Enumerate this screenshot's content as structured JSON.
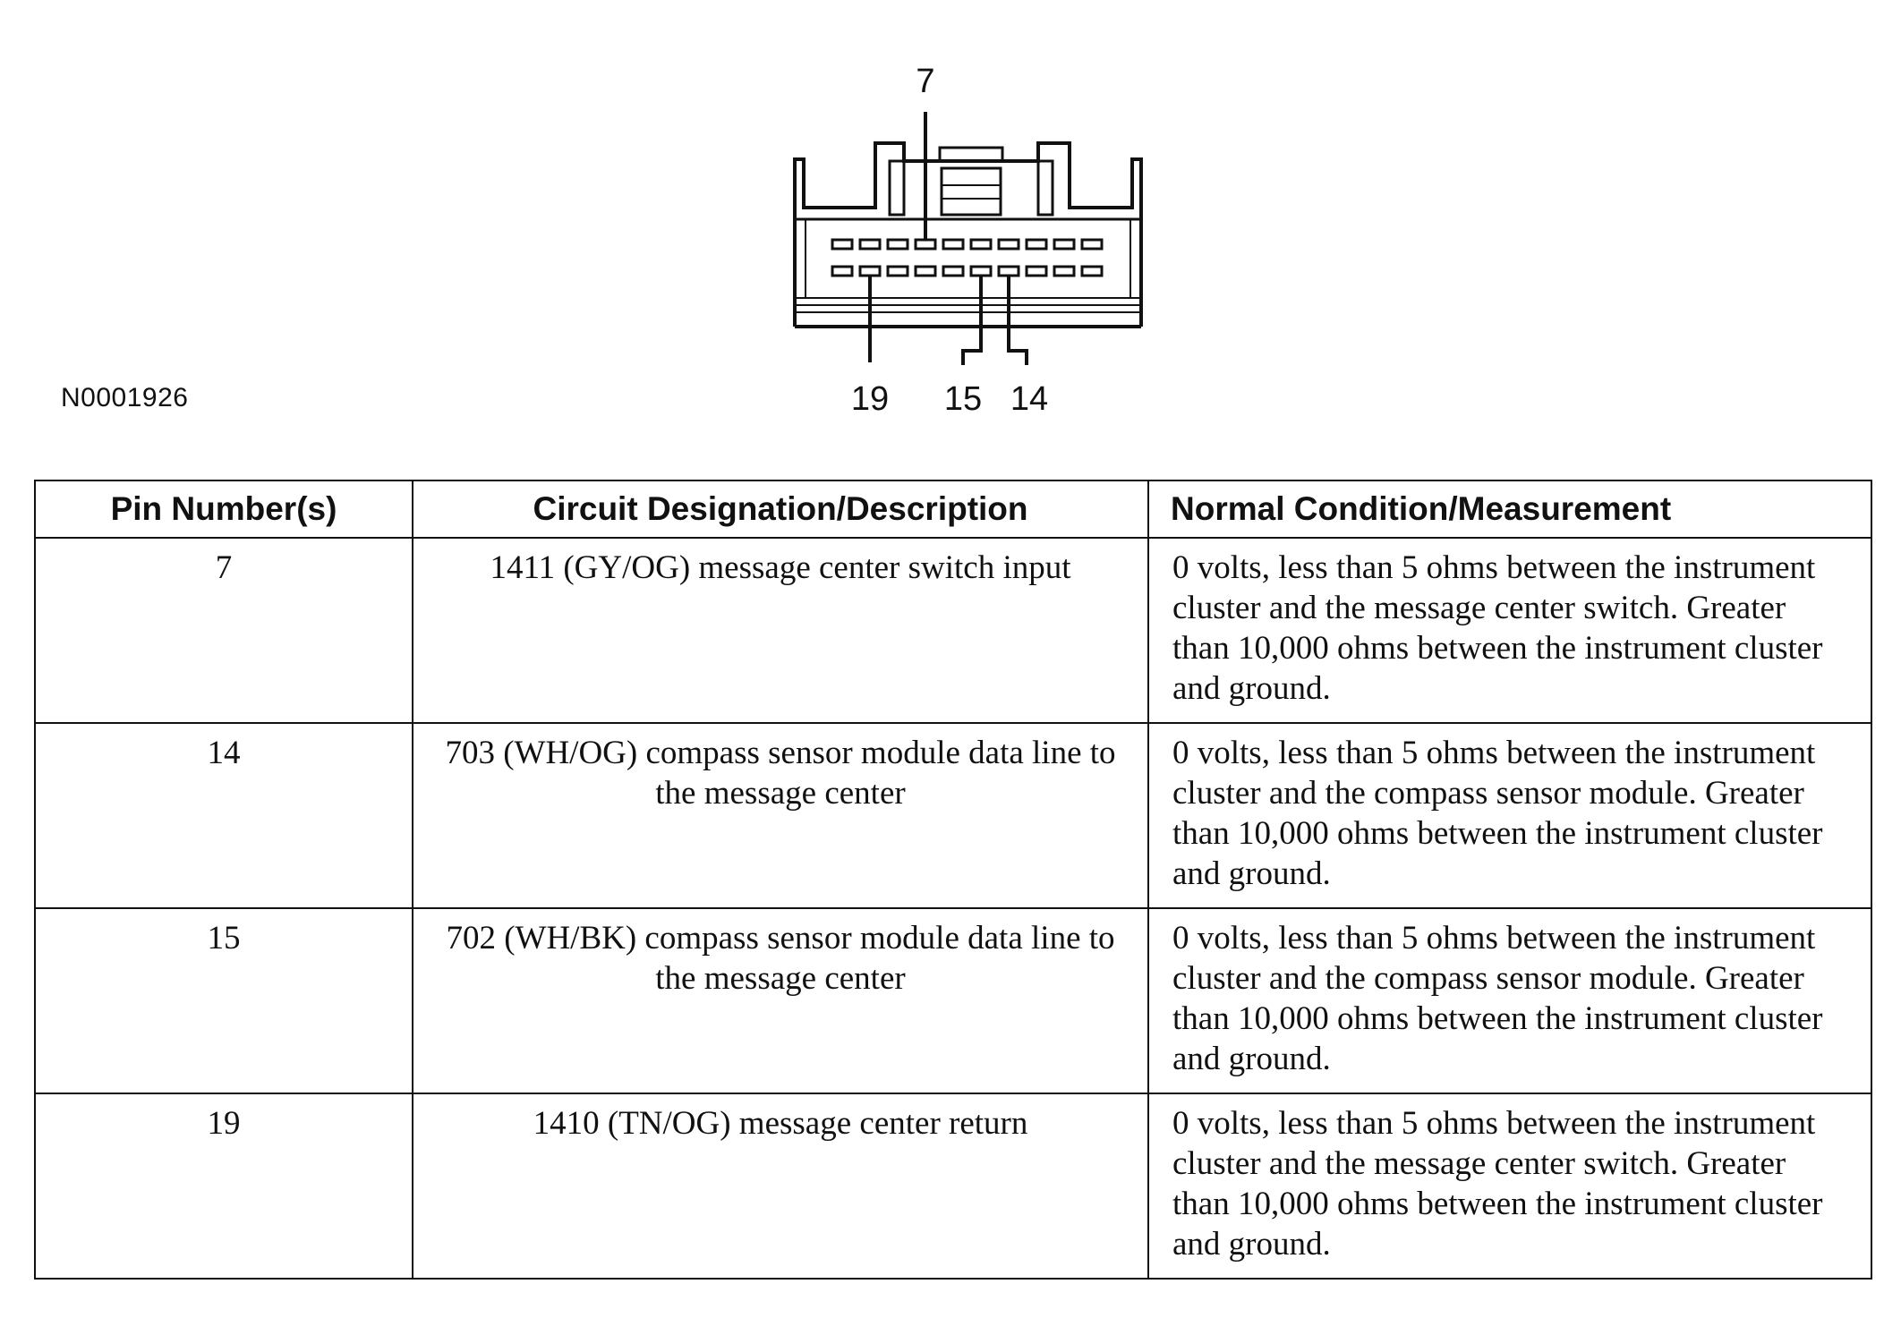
{
  "figure": {
    "id": "N0001926",
    "pin_labels": {
      "top": "7",
      "bottom": [
        "19",
        "15",
        "14"
      ]
    }
  },
  "table": {
    "headers": {
      "pin": "Pin Number(s)",
      "circuit": "Circuit Designation/Description",
      "condition": "Normal Condition/Measurement"
    },
    "rows": [
      {
        "pin": "7",
        "circuit": "1411 (GY/OG) message center switch input",
        "condition": "0 volts, less than 5 ohms between the instrument cluster and the message center switch. Greater than 10,000 ohms between the instrument cluster and ground."
      },
      {
        "pin": "14",
        "circuit": "703 (WH/OG) compass sensor module data line to the message center",
        "condition": "0 volts, less than 5 ohms between the instrument cluster and the compass sensor module. Greater than 10,000 ohms between the instrument cluster and ground."
      },
      {
        "pin": "15",
        "circuit": "702 (WH/BK) compass sensor module data line to the message center",
        "condition": "0 volts, less than 5 ohms between the instrument cluster and the compass sensor module. Greater than 10,000 ohms between the instrument cluster and ground."
      },
      {
        "pin": "19",
        "circuit": "1410 (TN/OG) message center return",
        "condition": "0 volts, less than 5 ohms between the instrument cluster and the message center switch. Greater than 10,000 ohms between the instrument cluster and ground."
      }
    ]
  }
}
